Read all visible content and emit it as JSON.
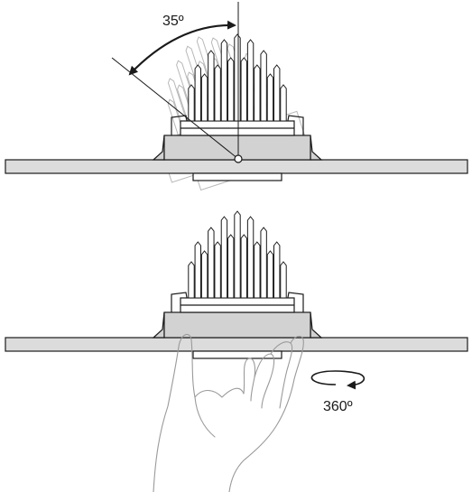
{
  "labels": {
    "tilt_angle": "35º",
    "rotation_angle": "360º"
  },
  "colors": {
    "stroke": "#1a1a1a",
    "ceiling_fill": "#dcdcdc",
    "housing_fill": "#d2d2d2",
    "ghost_stroke": "#b8b8b8",
    "hand_stroke": "#9a9a9a"
  },
  "icons": {
    "tilt_arrow": "curved-double-arrow",
    "rotation_arrow": "circular-arrow"
  }
}
